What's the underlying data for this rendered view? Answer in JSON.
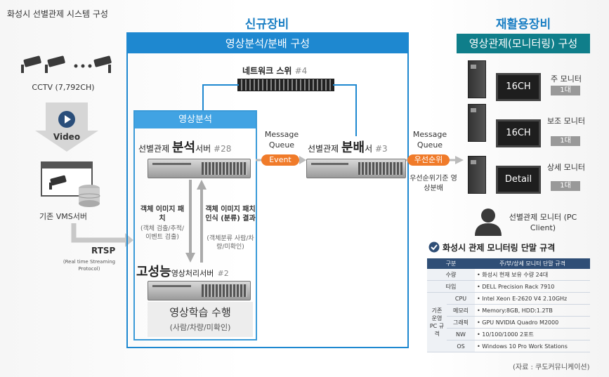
{
  "title": "화성시 선별관제 시스템 구성",
  "left": {
    "cctv_label": "CCTV  (7,792CH)",
    "video_label": "Video",
    "vms_label": "기존 VMS서버",
    "rtsp_label": "RTSP",
    "rtsp_sub": "(Real time Streaming Protocol)"
  },
  "new_equipment": {
    "heading": "신규장비",
    "banner": "영상분석/분배 구성",
    "switch_label": "네트워크 스위",
    "switch_count": "#4",
    "analysis_box_title": "영상분석",
    "analysis_server_prefix": "선별관제 ",
    "analysis_server_big": "분석",
    "analysis_server_suffix": "서버",
    "analysis_server_count": "#28",
    "patch_down_title": "객체 이미지 패치",
    "patch_down_sub": "(객체 검출/추적/ 이벤트 검출)",
    "patch_up_title": "객체 이미지 패치 인식 (분류) 결과",
    "patch_up_sub": "(객체분류 사람/차량/미확인)",
    "hp_big": "고성능",
    "hp_suffix": "영상처리서버",
    "hp_count": "#2",
    "learning_title": "영상학습 수행",
    "learning_sub": "(사람/차량/미확인)",
    "mq1_label": "Message Queue",
    "mq1_pill": "Event",
    "dist_prefix": "선별관제 ",
    "dist_big": "분배",
    "dist_suffix": "서",
    "dist_count": "#3",
    "mq2_label": "Message Queue",
    "mq2_pill": "우선순위",
    "priority_note": "우선순위기준 영상분배"
  },
  "reused_equipment": {
    "heading": "재활용장비",
    "banner": "영상관제(모니터링) 구성",
    "monitors": [
      {
        "screen": "16CH",
        "name": "주 모니터",
        "qty": "1대"
      },
      {
        "screen": "16CH",
        "name": "보조 모니터",
        "qty": "1대"
      },
      {
        "screen": "Detail",
        "name": "상세 모니터",
        "qty": "1대"
      }
    ],
    "client_label": "선별관제 모니터 (PC Client)"
  },
  "spec": {
    "title": "화성시 관제 모니터링 단말 규격",
    "headers": [
      "구분",
      "주/부/상세 모니터 단말 규격"
    ],
    "rows": [
      {
        "k": "수량",
        "v": "화성시 현재 보유 수량 24대"
      },
      {
        "k": "타입",
        "v": "DELL Precision Rack 7910"
      }
    ],
    "group_label": "기존 운영 PC 규격",
    "group_rows": [
      {
        "k": "CPU",
        "v": "Intel Xeon E-2620 V4 2.10GHz"
      },
      {
        "k": "메모리",
        "v": "Memory:8GB, HDD:1.2TB"
      },
      {
        "k": "그래픽",
        "v": "GPU NVIDIA Quadro M2000"
      },
      {
        "k": "NW",
        "v": "10/100/1000 2포트"
      },
      {
        "k": "OS",
        "v": "Windows 10 Pro Work Stations"
      }
    ]
  },
  "source": "(자료 : 쿠도커뮤니케이션)"
}
